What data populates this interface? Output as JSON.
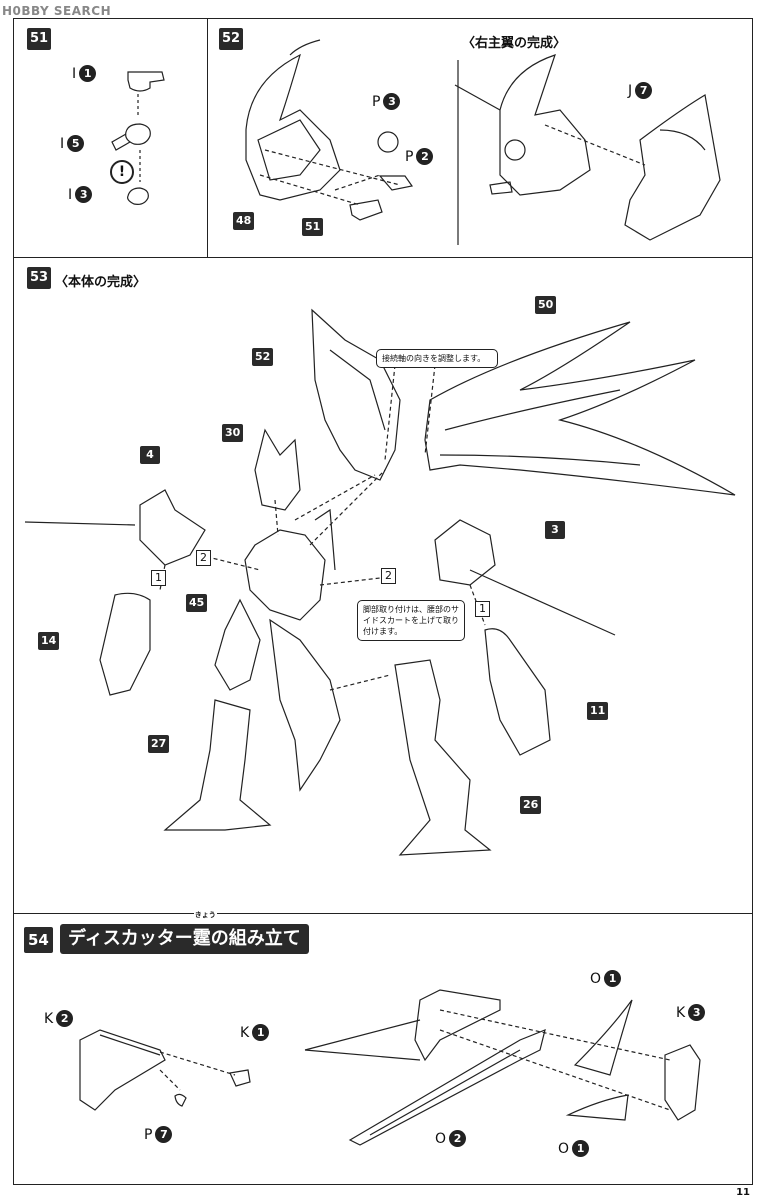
{
  "watermark": "H0BBY SEARCH",
  "page_number": "11",
  "step51": {
    "number": "51",
    "parts": [
      {
        "letter": "I",
        "num": "1"
      },
      {
        "letter": "I",
        "num": "5"
      },
      {
        "letter": "I",
        "num": "3"
      }
    ],
    "caution": "!"
  },
  "step52": {
    "number": "52",
    "sub": "48",
    "sub2": "51",
    "parts": [
      {
        "letter": "P",
        "num": "3"
      },
      {
        "letter": "P",
        "num": "2"
      }
    ]
  },
  "right_wing": {
    "title": "〈右主翼の完成〉",
    "part": {
      "letter": "J",
      "num": "7"
    }
  },
  "step53": {
    "number": "53",
    "title": "〈本体の完成〉",
    "callouts": [
      "50",
      "52",
      "30",
      "4",
      "3",
      "45",
      "14",
      "11",
      "27",
      "26"
    ],
    "note_axis": "接続軸の向きを調整します。",
    "note_leg": "脚部取り付けは、腰部のサイドスカートを上げて取り付けます。",
    "order": [
      "2",
      "1",
      "2",
      "1"
    ]
  },
  "step54": {
    "number": "54",
    "title": "ディスカッター",
    "title_kanji": "霆",
    "title_ruby": "きょう",
    "title_suffix": "の組み立て",
    "parts_left": [
      {
        "letter": "K",
        "num": "2"
      },
      {
        "letter": "K",
        "num": "1"
      },
      {
        "letter": "P",
        "num": "7"
      }
    ],
    "parts_right": [
      {
        "letter": "O",
        "num": "1"
      },
      {
        "letter": "K",
        "num": "3"
      },
      {
        "letter": "O",
        "num": "2"
      },
      {
        "letter": "O",
        "num": "1"
      }
    ]
  }
}
